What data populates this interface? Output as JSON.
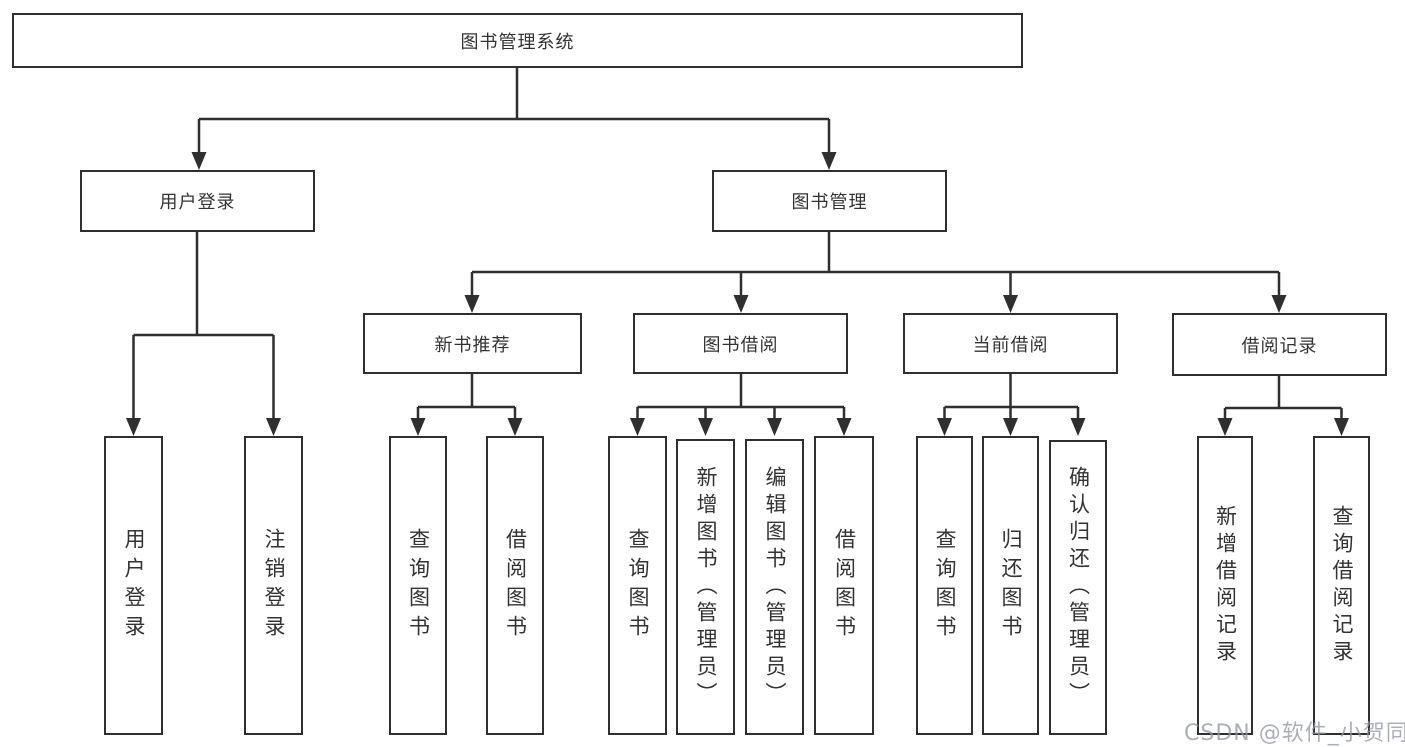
{
  "diagram_title": "图书管理系统",
  "nodes": {
    "root": {
      "label": "图书管理系统"
    },
    "user_login": {
      "label": "用户登录"
    },
    "book_mgmt": {
      "label": "图书管理"
    },
    "new_book_rec": {
      "label": "新书推荐"
    },
    "book_borrow": {
      "label": "图书借阅"
    },
    "current_borrow": {
      "label": "当前借阅"
    },
    "borrow_records": {
      "label": "借阅记录"
    },
    "leaf_user_login": {
      "label": "用户登录"
    },
    "leaf_logout": {
      "label": "注销登录"
    },
    "leaf_query_book_rec": {
      "label": "查询图书"
    },
    "leaf_borrow_book_rec": {
      "label": "借阅图书"
    },
    "leaf_query_book_borrow": {
      "label": "查询图书"
    },
    "leaf_add_book_admin": {
      "label": "新增图书（管理员）"
    },
    "leaf_edit_book_admin": {
      "label": "编辑图书（管理员）"
    },
    "leaf_borrow_book_borrow": {
      "label": "借阅图书"
    },
    "leaf_query_book_current": {
      "label": "查询图书"
    },
    "leaf_return_book": {
      "label": "归还图书"
    },
    "leaf_confirm_return_admin": {
      "label": "确认归还（管理员）"
    },
    "leaf_add_borrow_record": {
      "label": "新增借阅记录"
    },
    "leaf_query_borrow_record": {
      "label": "查询借阅记录"
    }
  },
  "hierarchy": {
    "图书管理系统": {
      "用户登录": [
        "用户登录",
        "注销登录"
      ],
      "图书管理": {
        "新书推荐": [
          "查询图书",
          "借阅图书"
        ],
        "图书借阅": [
          "查询图书",
          "新增图书（管理员）",
          "编辑图书（管理员）",
          "借阅图书"
        ],
        "当前借阅": [
          "查询图书",
          "归还图书",
          "确认归还（管理员）"
        ],
        "借阅记录": [
          "新增借阅记录",
          "查询借阅记录"
        ]
      }
    }
  },
  "watermark": "CSDN @软件_小贺同学",
  "colors": {
    "stroke": "#2f2f2f",
    "text": "#333333",
    "background": "#ffffff",
    "watermark": "#949aa4"
  }
}
